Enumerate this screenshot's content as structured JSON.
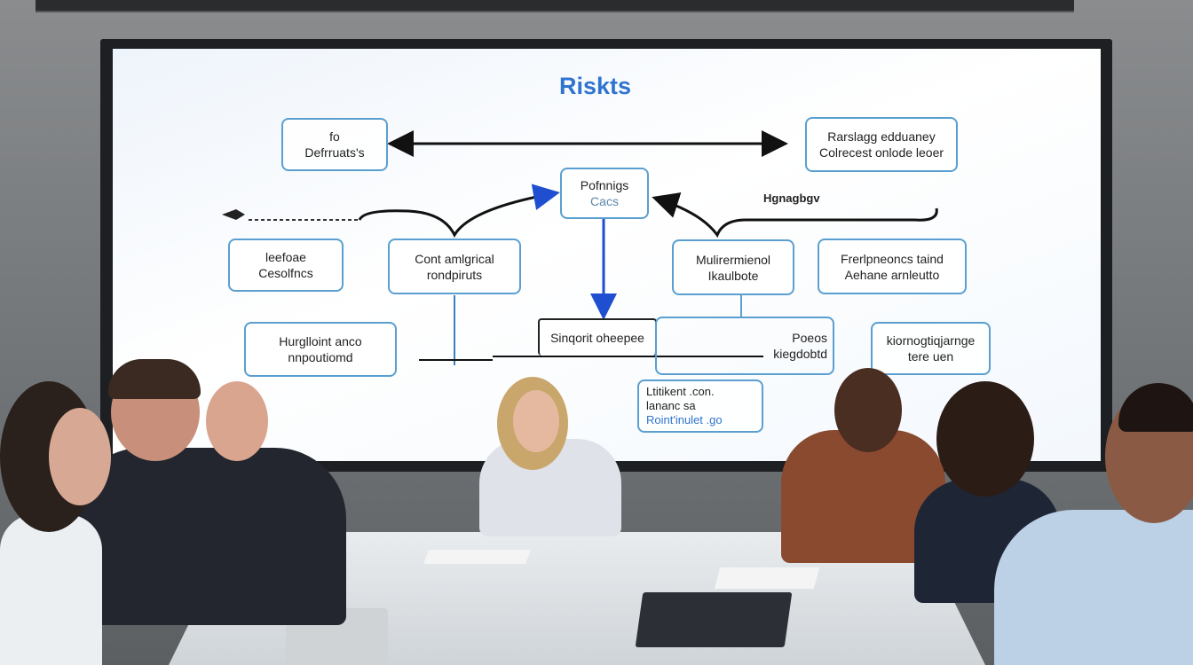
{
  "screen": {
    "title": "Riskts",
    "boxes": [
      {
        "line1": "fo",
        "line2": "Defrruats's"
      },
      {
        "line1": "Rarslagg edduaney",
        "line2": "Colrecest onlode leoer"
      },
      {
        "line1": "Pofnnigs",
        "line2": "Cacs"
      },
      {
        "line1": "leefoae",
        "line2": "Cesolfncs"
      },
      {
        "line1": "Cont amlgrical",
        "line2": "rondpiruts"
      },
      {
        "line1": "Mulirermienol",
        "line2": "Ikaulbote"
      },
      {
        "line1": "Frerlpneoncs taind",
        "line2": "Aehane arnleutto"
      },
      {
        "line1": "Hurglloint anco",
        "line2": "nnpoutiomd"
      },
      {
        "line1": "Sinqorit oheepee",
        "line2": ""
      },
      {
        "line1": "Poeos",
        "line2": "kiegdobtd"
      },
      {
        "line1": "kiornogtiqjarnge",
        "line2": "tere uen"
      },
      {
        "line1": "Ltitikent .con.",
        "line2": "lananc sa",
        "line3": "Roint'inulet .go"
      }
    ],
    "floating_label": "Hgnagbgv"
  }
}
